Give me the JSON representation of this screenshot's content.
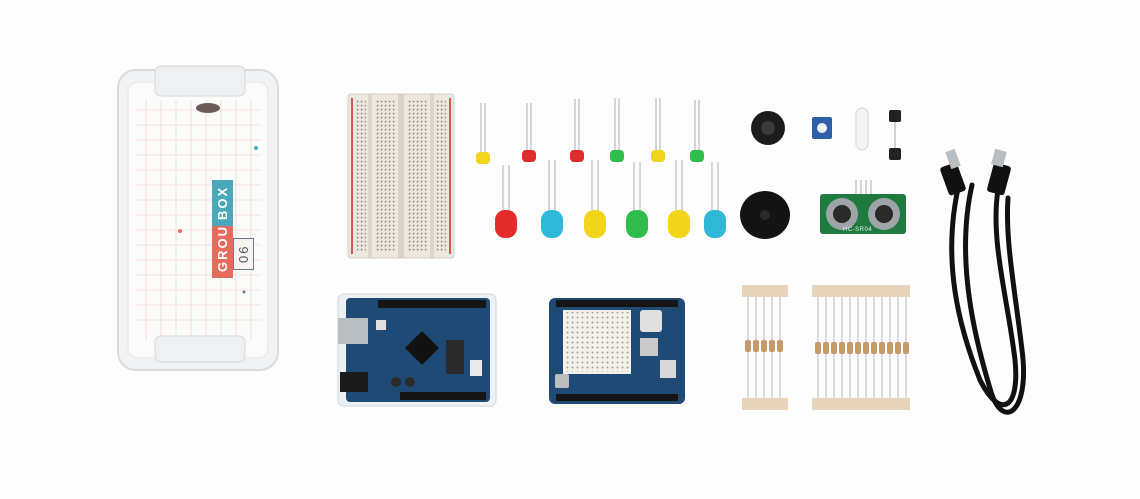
{
  "box": {
    "label_group": "GROUP",
    "label_box": "BOX",
    "label_number": "06"
  },
  "sensor": {
    "label": "HC-SR04"
  },
  "colors": {
    "background": "#fdfdfd",
    "box_label_red": "#e56b5d",
    "box_label_teal": "#49a9b8",
    "board_blue": "#1f4a75",
    "pcb_green": "#1e7a3e",
    "cable_black": "#111111",
    "led_red": "#e32b2b",
    "led_yellow": "#f2d41a",
    "led_green": "#2fbd4c",
    "led_cyan": "#2fb8d8"
  },
  "icons": {
    "storage_box": "transparent-plastic-box",
    "breadboard": "breadboard",
    "board": "microcontroller-board",
    "shield": "prototype-shield",
    "resistors": "resistor-strip",
    "cable": "usb-cable"
  }
}
